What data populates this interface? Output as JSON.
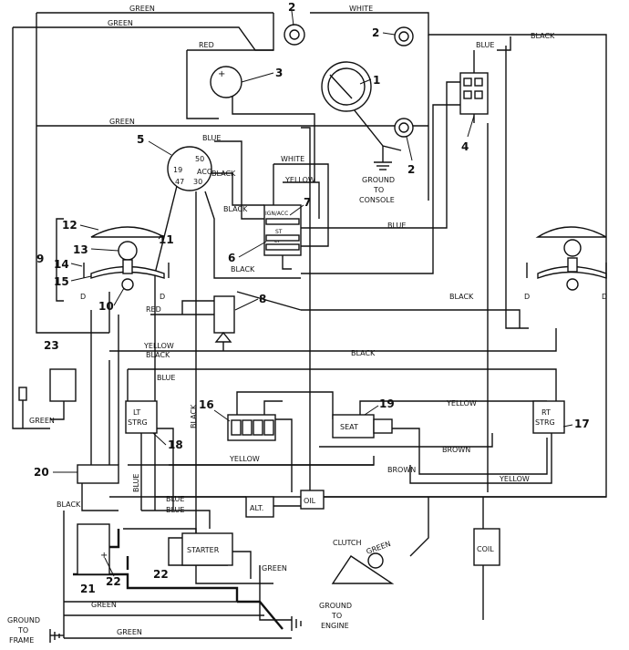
{
  "wire_labels": {
    "green_top": "GREEN",
    "green_top2": "GREEN",
    "white_top": "WHITE",
    "black_top_right": "BLACK",
    "red_gauge": "RED",
    "blue_top_right": "BLUE",
    "green_mid": "GREEN",
    "blue_key": "BLUE",
    "black_key": "BLACK",
    "white_key": "WHITE",
    "yellow_key": "YELLOW",
    "black_left": "BLACK",
    "blue_mid": "BLUE",
    "black_mod": "BLACK",
    "black_right": "BLACK",
    "red_lamp": "RED",
    "yellow_lamp": "YELLOW",
    "black_lamp": "BLACK",
    "black_center": "BLACK",
    "blue_lt": "BLUE",
    "black_vert": "BLACK",
    "yellow_right": "YELLOW",
    "brown_right": "BROWN",
    "green_23": "GREEN",
    "yellow_low": "YELLOW",
    "brown_low": "BROWN",
    "yellow_low2": "YELLOW",
    "blue_vert": "BLUE",
    "black_20": "BLACK",
    "blue_alt": "BLUE",
    "blue_starter": "BLUE",
    "green_clutch": "GREEN",
    "green_engine": "GREEN",
    "green_bottom": "GREEN",
    "green_bottom2": "GREEN"
  },
  "component_labels": {
    "ground_console_1": "GROUND",
    "ground_console_2": "TO",
    "ground_console_3": "CONSOLE",
    "ign_acc": "IGN/ACC",
    "st": "ST",
    "lt": "LT",
    "key_50": "50",
    "key_19": "19",
    "key_47": "47",
    "key_30": "30",
    "key_acc": "ACC",
    "lt_strg_1": "LT",
    "lt_strg_2": "STRG",
    "rt_strg_1": "RT",
    "rt_strg_2": "STRG",
    "seat": "SEAT",
    "alt": "ALT.",
    "oil": "OIL",
    "coil": "COIL",
    "clutch": "CLUTCH",
    "starter": "STARTER",
    "ground_frame_1": "GROUND",
    "ground_frame_2": "TO",
    "ground_frame_3": "FRAME",
    "ground_engine_1": "GROUND",
    "ground_engine_2": "TO",
    "ground_engine_3": "ENGINE",
    "d1": "D",
    "d2": "D",
    "d3": "D",
    "d4": "D",
    "plus": "+"
  },
  "callouts": {
    "n1": "1",
    "n2a": "2",
    "n2b": "2",
    "n2c": "2",
    "n3": "3",
    "n4": "4",
    "n5": "5",
    "n6": "6",
    "n7": "7",
    "n8": "8",
    "n9": "9",
    "n10": "10",
    "n11": "11",
    "n12": "12",
    "n13": "13",
    "n14": "14",
    "n15": "15",
    "n16": "16",
    "n17": "17",
    "n18": "18",
    "n19": "19",
    "n20": "20",
    "n21": "21",
    "n22a": "22",
    "n22b": "22",
    "n23": "23"
  }
}
